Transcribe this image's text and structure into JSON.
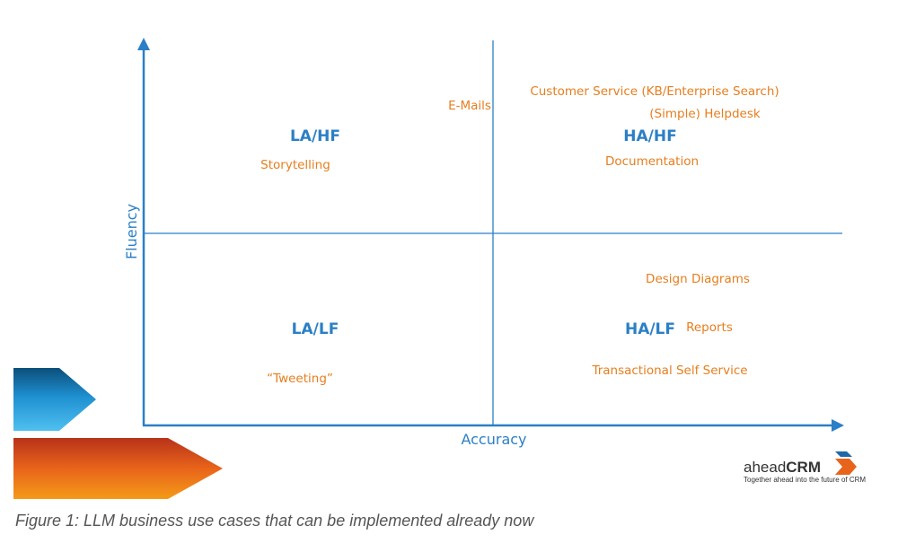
{
  "colors": {
    "axis": "#2b7fc6",
    "quadrant_label": "#2b7fc6",
    "item": "#e67e1e",
    "caption": "#555555",
    "brand_text": "#333333"
  },
  "axes": {
    "x_label": "Accuracy",
    "y_label": "Fluency"
  },
  "quadrants": {
    "top_left": "LA/HF",
    "top_right": "HA/HF",
    "bottom_left": "LA/LF",
    "bottom_right": "HA/LF"
  },
  "items": {
    "emails": "E-Mails",
    "customer_service": "Customer Service (KB/Enterprise Search)",
    "helpdesk": "(Simple) Helpdesk",
    "storytelling": "Storytelling",
    "documentation": "Documentation",
    "design_diagrams": "Design Diagrams",
    "reports": "Reports",
    "tweeting": "“Tweeting”",
    "transactional": "Transactional Self Service"
  },
  "brand": {
    "light": "ahead",
    "bold": "CRM",
    "tagline": "Together ahead into the future of CRM"
  },
  "caption": "Figure 1: LLM business use cases that can be implemented already now"
}
